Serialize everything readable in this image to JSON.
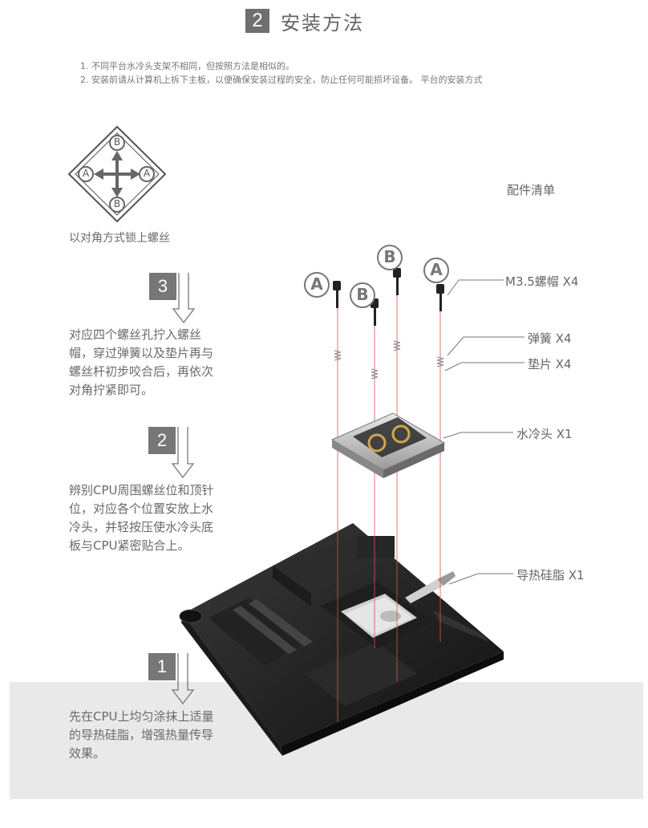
{
  "header": {
    "step_number": "2",
    "title": "安装方法"
  },
  "notes": [
    "1.  不同平台水冷头支架不相同，但按照方法是相似的。",
    "2.  安装前请从计算机上拆下主板，以便确保安装过程的安全，防止任何可能损坏设备。  平台的安装方式"
  ],
  "diagonal_diagram": {
    "top": "B",
    "bottom": "B",
    "left": "A",
    "right": "A",
    "caption": "以对角方式锁上螺丝"
  },
  "steps": [
    {
      "number": "3",
      "text": "对应四个螺丝孔拧入螺丝帽，穿过弹簧以及垫片再与螺丝杆初步咬合后，再依次对角拧紧即可。"
    },
    {
      "number": "2",
      "text": "辨别CPU周围螺丝位和顶针位，对应各个位置安放上水冷头，并轻按压使水冷头底板与CPU紧密贴合上。"
    },
    {
      "number": "1",
      "text": "先在CPU上均匀涂抹上适量的导热硅脂，增强热量传导效果。"
    }
  ],
  "parts": {
    "title": "配件清单",
    "items": [
      "M3.5螺帽 X4",
      "弹簧 X4",
      "垫片 X4",
      "水冷头 X1",
      "导热硅脂 X1"
    ]
  },
  "screw_markers": [
    "A",
    "B",
    "B",
    "A"
  ],
  "colors": {
    "step_box": "#777777",
    "guide_line": "#d9534f",
    "band": "#e9e9e9"
  }
}
